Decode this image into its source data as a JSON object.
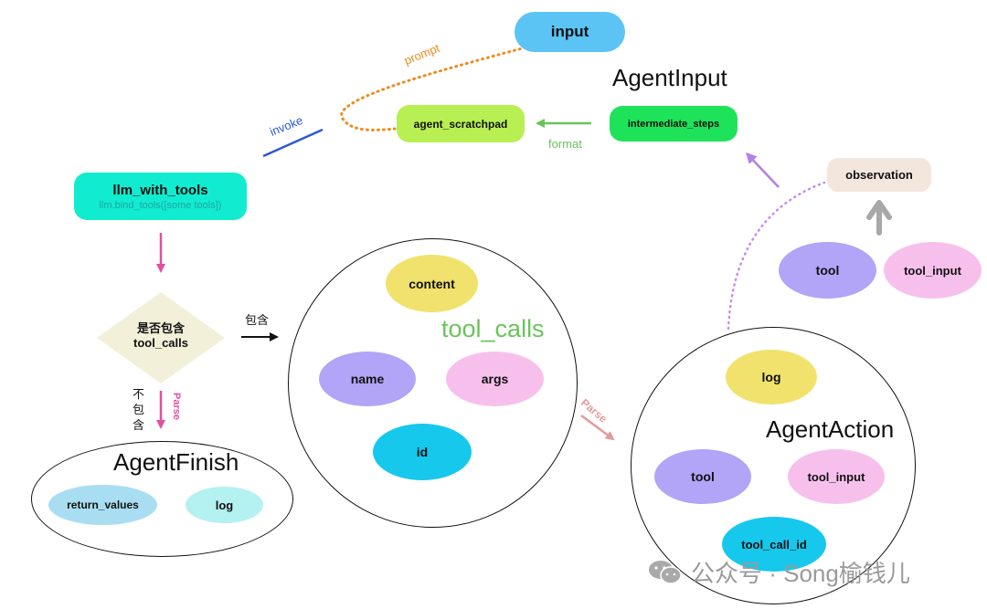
{
  "nodes": {
    "input": "input",
    "agent_input_title": "AgentInput",
    "agent_scratchpad": "agent_scratchpad",
    "intermediate_steps": "intermediate_steps",
    "llm_with_tools": "llm_with_tools",
    "llm_bind": "llm.bind_tools([some tools])",
    "decision_line1": "是否包含",
    "decision_line2": "tool_calls",
    "observation": "observation",
    "obs_tool": "tool",
    "obs_tool_input": "tool_input"
  },
  "edge_labels": {
    "prompt": "prompt",
    "invoke": "invoke",
    "format": "format",
    "contains": "包含",
    "not_contains_1": "不",
    "not_contains_2": "包",
    "not_contains_3": "含",
    "parse_down": "Parse",
    "parse_right": "Parse"
  },
  "tool_calls_group": {
    "title": "tool_calls",
    "content": "content",
    "name": "name",
    "args": "args",
    "id": "id"
  },
  "agent_finish": {
    "title": "AgentFinish",
    "return_values": "return_values",
    "log": "log"
  },
  "agent_action": {
    "title": "AgentAction",
    "log": "log",
    "tool": "tool",
    "tool_input": "tool_input",
    "tool_call_id": "tool_call_id"
  },
  "watermark": "公众号 · Song榆钱儿",
  "colors": {
    "input": "#5bc4f5",
    "agent_scratchpad": "#b8ef52",
    "intermediate_steps": "#1ee35a",
    "llm_with_tools": "#11ecd0",
    "llm_bind_text": "#1aa7a0",
    "decision": "#f2f0d9",
    "observation": "#f3e6dc",
    "purple": "#b2a4f7",
    "pink": "#f7c0ec",
    "yellow": "#f0e26c",
    "cyan": "#16c8ec",
    "light_blue": "#a9def2",
    "light_cyan": "#b4f1f1",
    "prompt_line": "#f08a1e",
    "invoke_line": "#2a58d8",
    "format_line": "#6ac45a",
    "pink_arrow": "#e24fa0",
    "parse_arrow": "#e59a9a",
    "tool_calls_title": "#6ac45a",
    "obs_arrow": "#b57ee8"
  }
}
